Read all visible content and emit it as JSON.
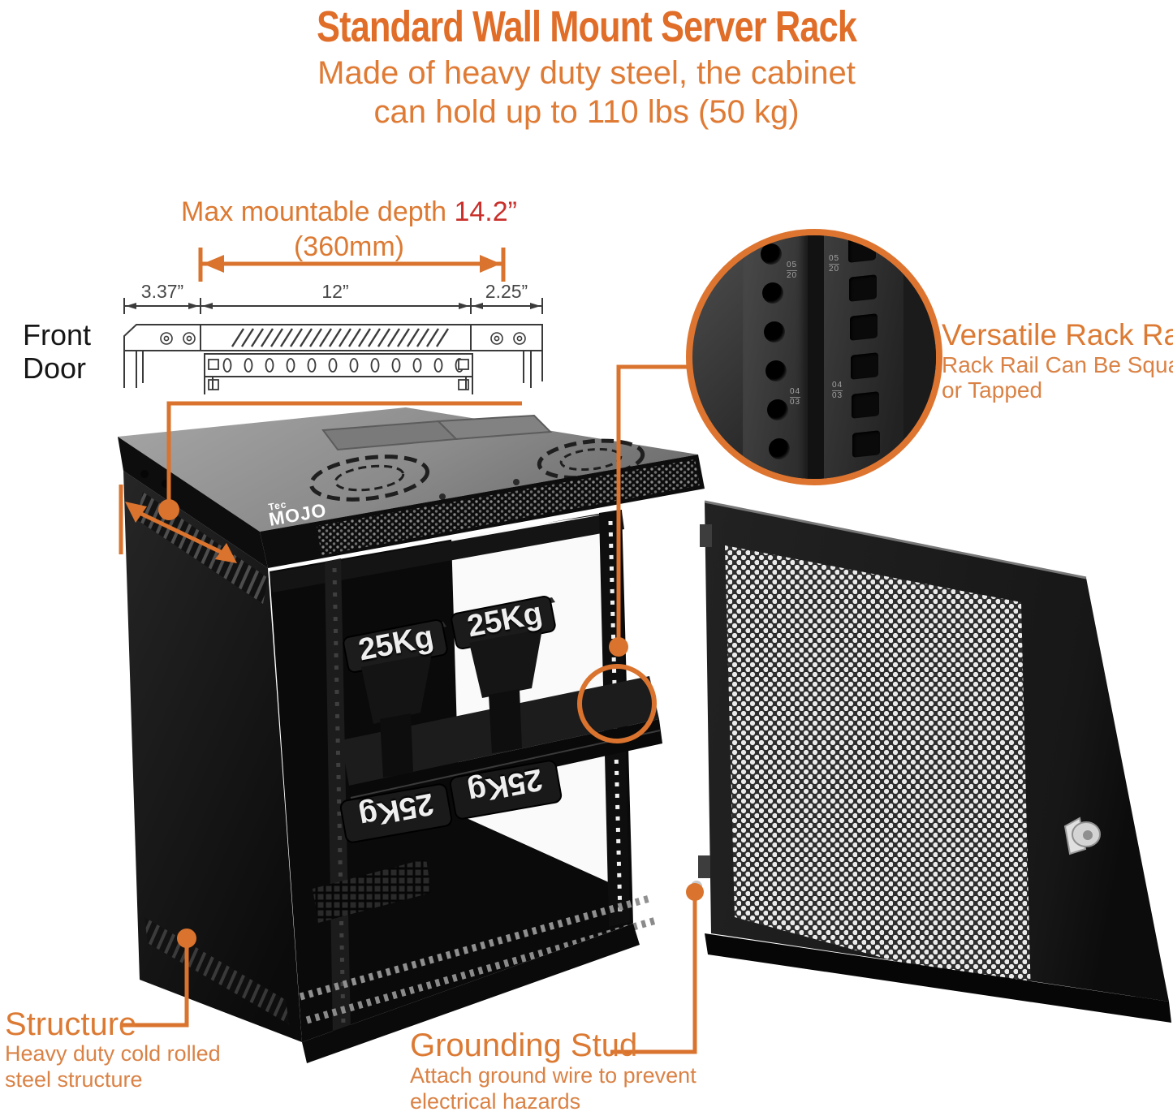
{
  "header": {
    "title": "Standard Wall Mount Server Rack",
    "subtitle_line1": "Made of heavy duty steel, the cabinet",
    "subtitle_line2": "can hold up to 110 lbs (50 kg)"
  },
  "depth_diagram": {
    "label_prefix": "Max mountable depth ",
    "depth_value": "14.2”",
    "depth_metric": "(360mm)",
    "dim_left": "3.37”",
    "dim_middle": "12”",
    "dim_right": "2.25”",
    "front_door_line1": "Front",
    "front_door_line2": "Door"
  },
  "rack_rail_callout": {
    "title": "Versatile Rack Rail",
    "desc_line1": "Rack Rail Can Be Square",
    "desc_line2": "or Tapped",
    "marking_top_a": "05",
    "marking_top_b": "20",
    "marking_mid_a": "04",
    "marking_mid_b": "03"
  },
  "structure_callout": {
    "title": "Structure",
    "desc_line1": "Heavy duty cold rolled",
    "desc_line2": "steel structure"
  },
  "grounding_callout": {
    "title": "Grounding Stud",
    "desc_line1": "Attach ground wire to prevent",
    "desc_line2": "electrical hazards"
  },
  "cabinet": {
    "brand_top": "Tec",
    "brand_bottom": "MOJO",
    "weight_label": "25Kg"
  },
  "colors": {
    "accent_orange": "#D9732E",
    "title_orange": "#E06D28",
    "highlight_red": "#C9302B",
    "dim_text": "#474747"
  }
}
